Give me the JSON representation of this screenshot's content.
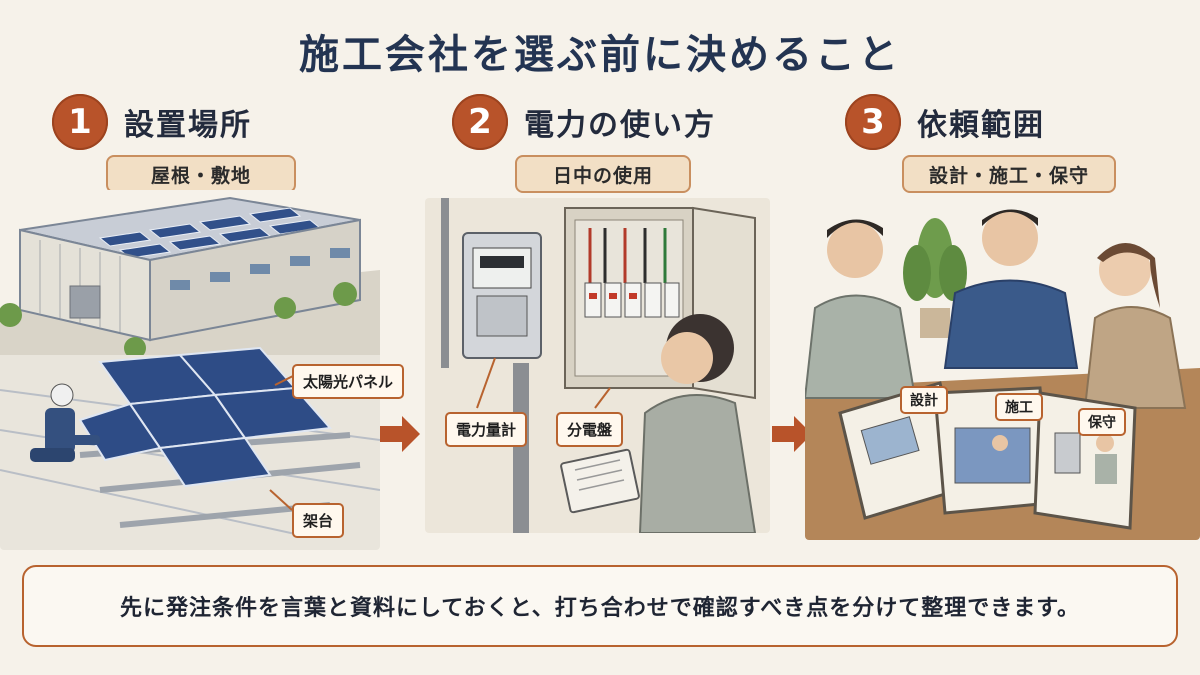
{
  "title": "施工会社を選ぶ前に決めること",
  "steps": [
    {
      "number": "1",
      "title": "設置場所",
      "pill": "屋根・敷地",
      "labels": {
        "panel": "太陽光パネル",
        "mount": "架台"
      }
    },
    {
      "number": "2",
      "title": "電力の使い方",
      "pill": "日中の使用",
      "labels": {
        "meter": "電力量計",
        "board": "分電盤"
      }
    },
    {
      "number": "3",
      "title": "依頼範囲",
      "pill": "設計・施工・保守",
      "labels": {
        "design": "設計",
        "construction": "施工",
        "maintenance": "保守"
      }
    }
  ],
  "footer": "先に発注条件を言葉と資料にしておくと、打ち合わせで確認すべき点を分けて整理できます。",
  "colors": {
    "accent": "#b8532a",
    "title": "#233452",
    "pill_bg": "#f2dfc5",
    "background": "#f6f2ea"
  }
}
